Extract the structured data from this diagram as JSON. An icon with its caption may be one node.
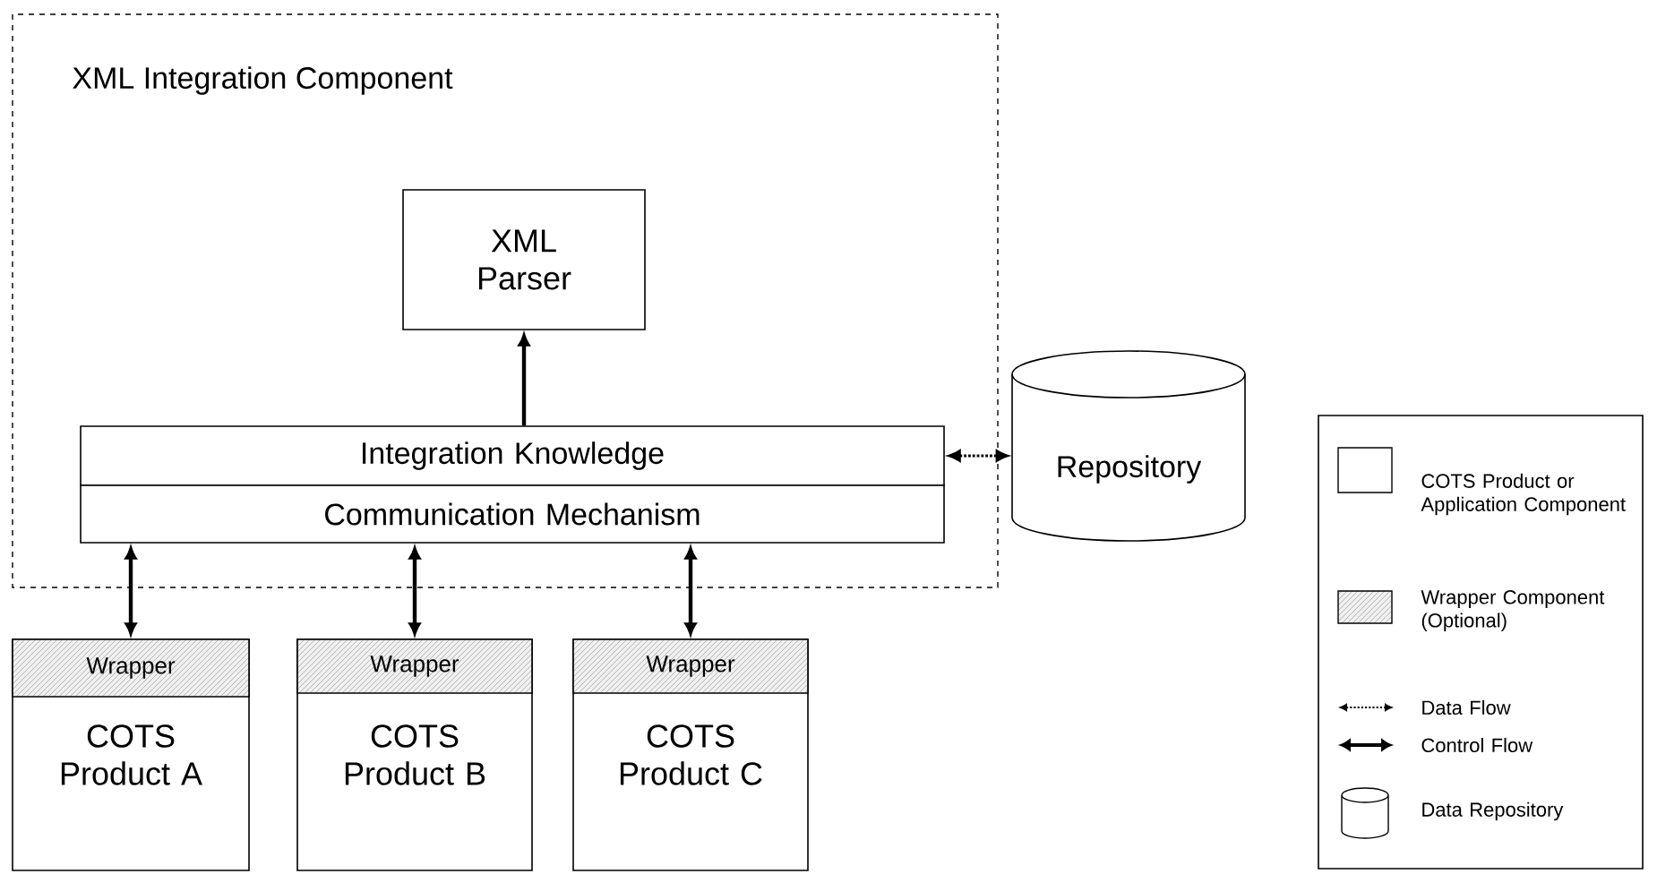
{
  "diagram": {
    "nodes": [
      {
        "text": [
          "XML Integration Component"
        ]
      },
      {
        "text": [
          "XML Parser"
        ],
        "in": 0
      },
      {
        "text": [
          "Integration Knowledge"
        ],
        "in": 0
      },
      {
        "text": [
          "Communication Mechanism"
        ],
        "in": 0
      },
      {
        "text": [
          "Repository"
        ]
      },
      {
        "text": [
          "COTS Product A"
        ]
      },
      {
        "text": [
          "Wrapper"
        ],
        "in": 5
      },
      {
        "text": [
          "COTS Product B"
        ]
      },
      {
        "text": [
          "Wrapper"
        ],
        "in": 7
      },
      {
        "text": [
          "COTS Product C"
        ]
      },
      {
        "text": [
          "Wrapper"
        ],
        "in": 9
      }
    ],
    "edges": [
      {
        "from": 2,
        "to": 1,
        "arrow": "to"
      },
      {
        "from": 2,
        "to": 4,
        "arrow": "both",
        "style": "dashed"
      },
      {
        "from": 3,
        "to": 6,
        "arrow": "both"
      },
      {
        "from": 3,
        "to": 8,
        "arrow": "both"
      },
      {
        "from": 3,
        "to": 10,
        "arrow": "both"
      }
    ],
    "legend": [
      {
        "text": "COTS Product or Application Component"
      },
      {
        "text": "Wrapper Component (Optional)"
      },
      {
        "text": "Data Flow"
      },
      {
        "text": "Control Flow"
      },
      {
        "text": "Data Repository"
      }
    ]
  }
}
